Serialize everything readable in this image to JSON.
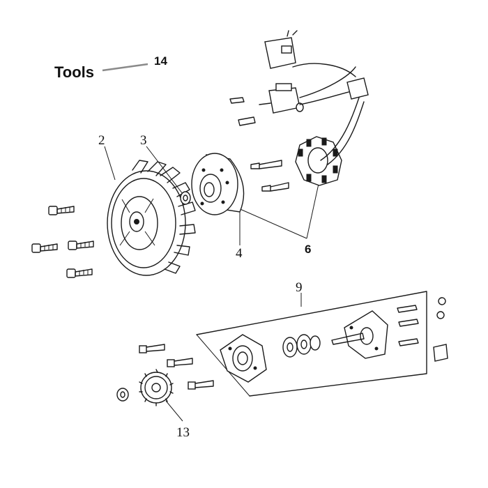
{
  "title": "Tools",
  "callouts": {
    "c2": "2",
    "c3": "3",
    "c4": "4",
    "c6": "6",
    "c9": "9",
    "c13": "13",
    "c14": "14"
  }
}
